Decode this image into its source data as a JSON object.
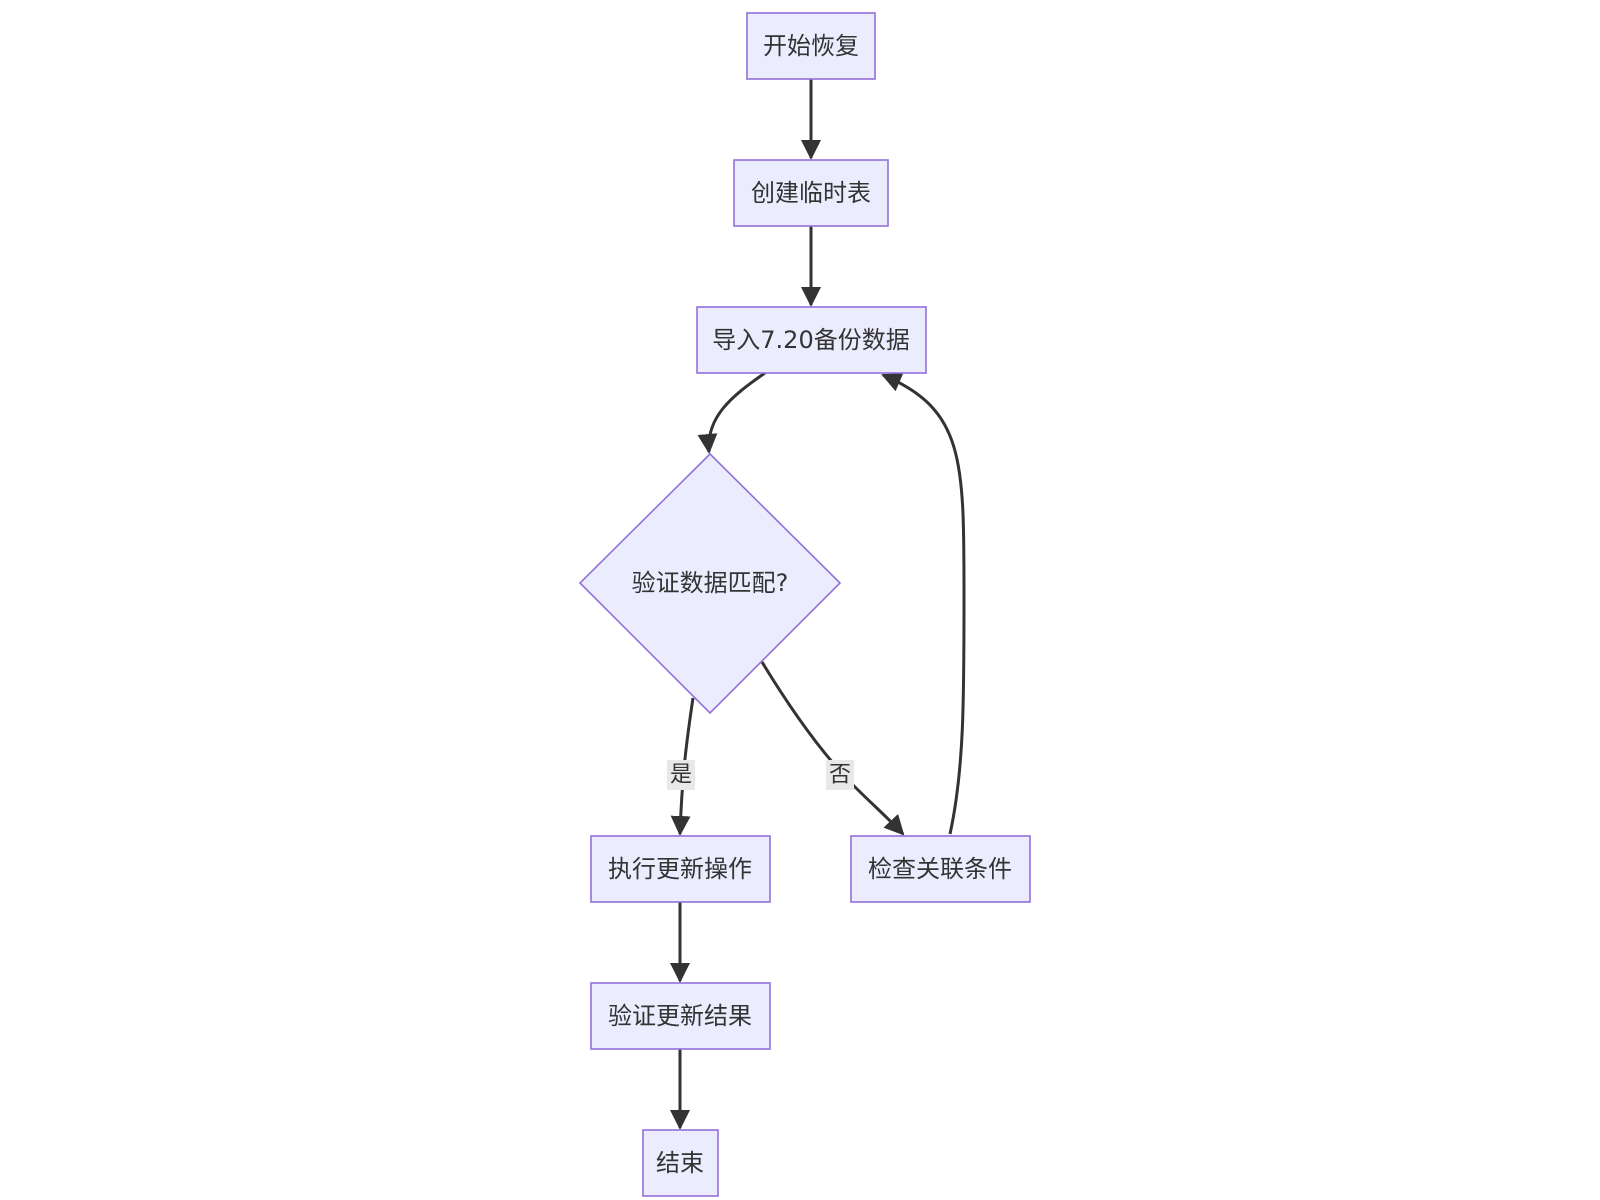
{
  "diagram": {
    "type": "flowchart",
    "direction": "top-down",
    "colors": {
      "node_fill": "#ececff",
      "node_stroke": "#9370db",
      "edge": "#333333",
      "label_bg": "#e8e8e8",
      "text": "#333333"
    },
    "nodes": {
      "start": {
        "label": "开始恢复",
        "shape": "rect"
      },
      "create_temp": {
        "label": "创建临时表",
        "shape": "rect"
      },
      "import": {
        "label": "导入7.20备份数据",
        "shape": "rect"
      },
      "verify_match": {
        "label": "验证数据匹配?",
        "shape": "diamond"
      },
      "execute_update": {
        "label": "执行更新操作",
        "shape": "rect"
      },
      "check_relations": {
        "label": "检查关联条件",
        "shape": "rect"
      },
      "verify_result": {
        "label": "验证更新结果",
        "shape": "rect"
      },
      "end": {
        "label": "结束",
        "shape": "rect"
      }
    },
    "edges": [
      {
        "from": "start",
        "to": "create_temp",
        "label": ""
      },
      {
        "from": "create_temp",
        "to": "import",
        "label": ""
      },
      {
        "from": "import",
        "to": "verify_match",
        "label": ""
      },
      {
        "from": "verify_match",
        "to": "execute_update",
        "label": "是"
      },
      {
        "from": "verify_match",
        "to": "check_relations",
        "label": "否"
      },
      {
        "from": "check_relations",
        "to": "import",
        "label": ""
      },
      {
        "from": "execute_update",
        "to": "verify_result",
        "label": ""
      },
      {
        "from": "verify_result",
        "to": "end",
        "label": ""
      }
    ]
  }
}
